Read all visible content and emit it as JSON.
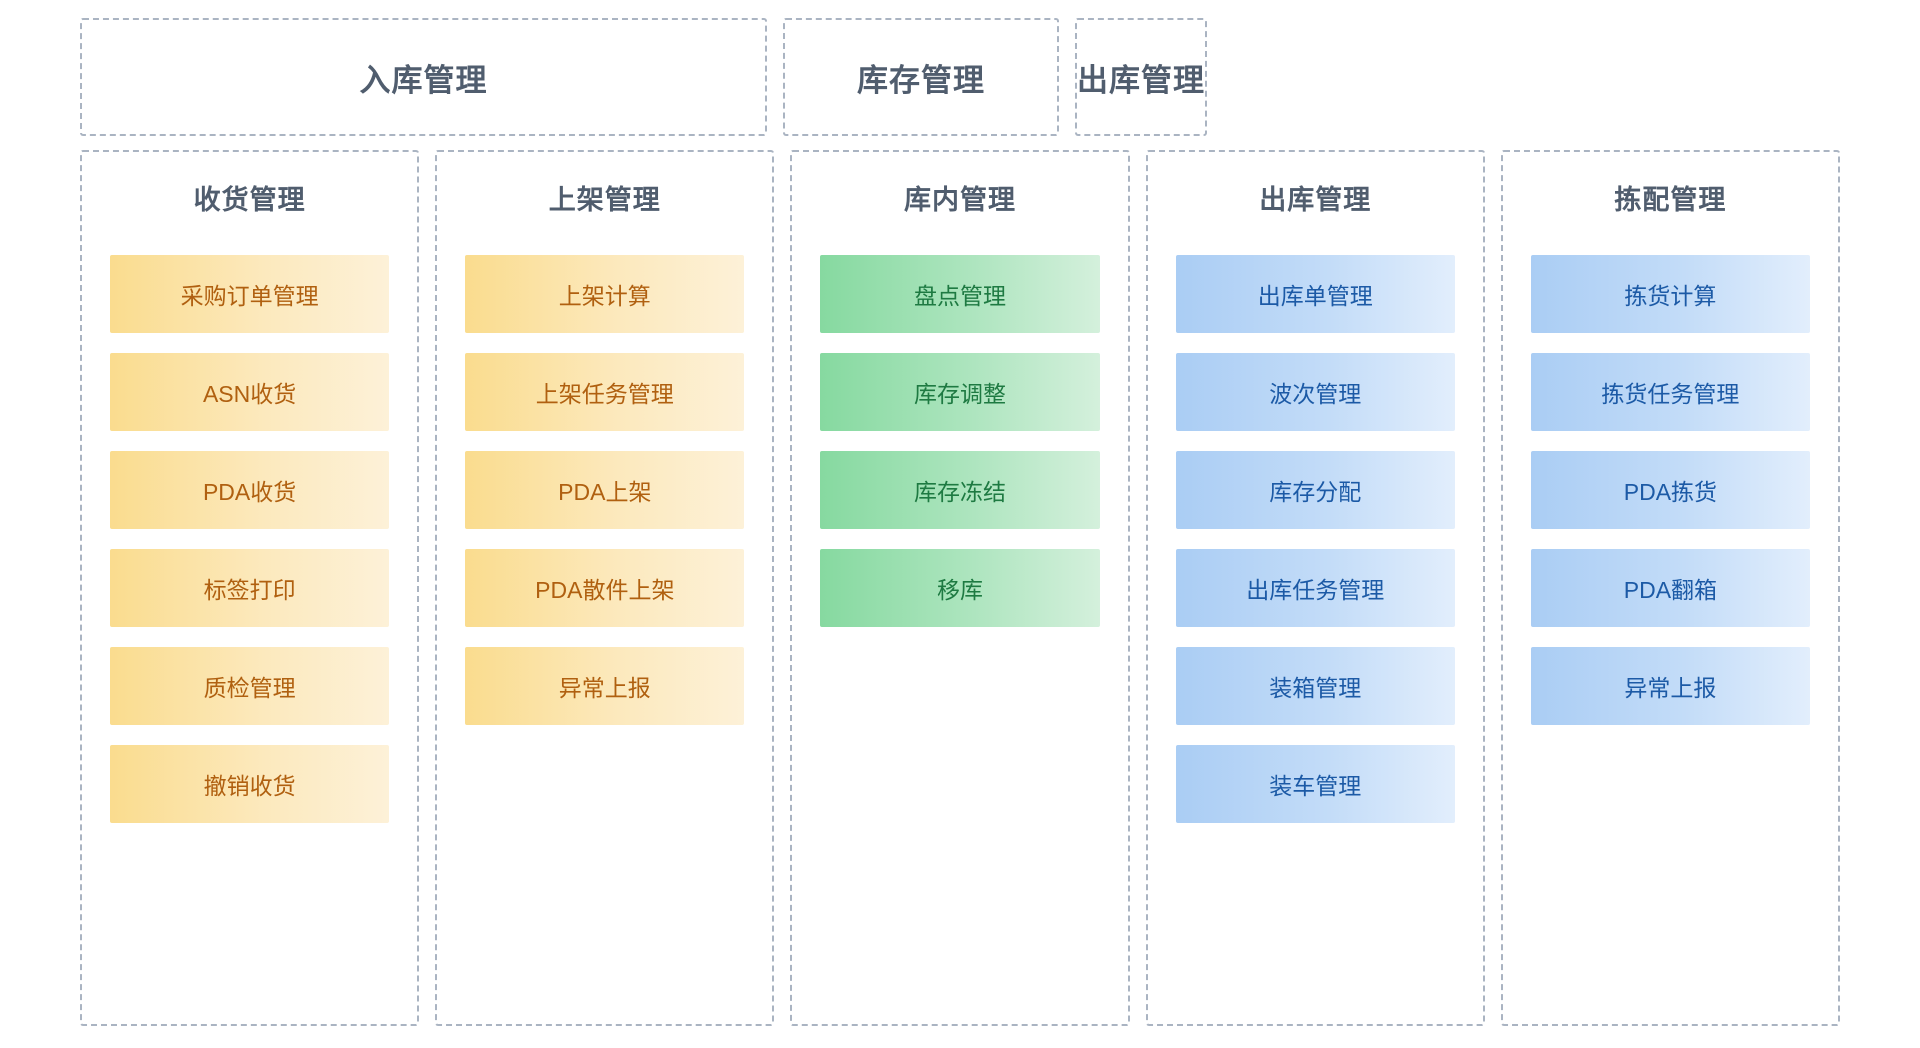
{
  "theme": {
    "dash_border": "#aab4c2",
    "title_color": "#505d6e",
    "orange_start": "#fadc8e",
    "orange_end": "#fdf1d8",
    "orange_text": "#b06010",
    "green_start": "#86d9a0",
    "green_end": "#d4f0dc",
    "green_text": "#1e7a42",
    "blue_start": "#aacdf4",
    "blue_end": "#e2eefc",
    "blue_text": "#1c5aa6"
  },
  "groups": [
    {
      "title": "入库管理",
      "span": 2
    },
    {
      "title": "库存管理",
      "span": 1
    },
    {
      "title": "出库管理",
      "span": 2
    }
  ],
  "columns": [
    {
      "title": "收货管理",
      "color": "orange",
      "cards": [
        "采购订单管理",
        "ASN收货",
        "PDA收货",
        "标签打印",
        "质检管理",
        "撤销收货"
      ]
    },
    {
      "title": "上架管理",
      "color": "orange",
      "cards": [
        "上架计算",
        "上架任务管理",
        "PDA上架",
        "PDA散件上架",
        "异常上报"
      ]
    },
    {
      "title": "库内管理",
      "color": "green",
      "cards": [
        "盘点管理",
        "库存调整",
        "库存冻结",
        "移库"
      ]
    },
    {
      "title": "出库管理",
      "color": "blue",
      "cards": [
        "出库单管理",
        "波次管理",
        "库存分配",
        "出库任务管理",
        "装箱管理",
        "装车管理"
      ]
    },
    {
      "title": "拣配管理",
      "color": "blue",
      "cards": [
        "拣货计算",
        "拣货任务管理",
        "PDA拣货",
        "PDA翻箱",
        "异常上报"
      ]
    }
  ]
}
